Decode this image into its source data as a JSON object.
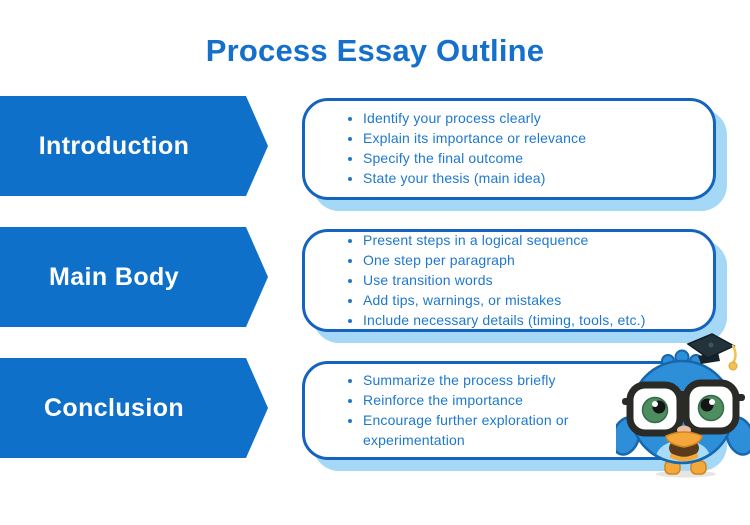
{
  "title": "Process Essay Outline",
  "colors": {
    "primary_blue": "#0F70C9",
    "title_blue": "#1470CB",
    "text_blue": "#1E78D0",
    "border_blue": "#1463BE",
    "shadow_blue": "#A5D7F6",
    "label_white": "#FFFFFF"
  },
  "sections": [
    {
      "label": "Introduction",
      "bullets": [
        "Identify your process clearly",
        "Explain its importance or relevance",
        "Specify the final outcome",
        "State your thesis (main idea)"
      ]
    },
    {
      "label": "Main Body",
      "bullets": [
        "Present steps in a logical sequence",
        "One step per paragraph",
        "Use transition words",
        "Add tips, warnings, or mistakes",
        "Include necessary details (timing, tools, etc.)"
      ]
    },
    {
      "label": "Conclusion",
      "bullets": [
        "Summarize the process briefly",
        "Reinforce the importance",
        "Encourage further exploration or experimentation"
      ]
    }
  ],
  "mascot": {
    "icon": "bird-graduate-mascot",
    "description": "blue cartoon bird wearing black glasses and a graduation cap"
  }
}
